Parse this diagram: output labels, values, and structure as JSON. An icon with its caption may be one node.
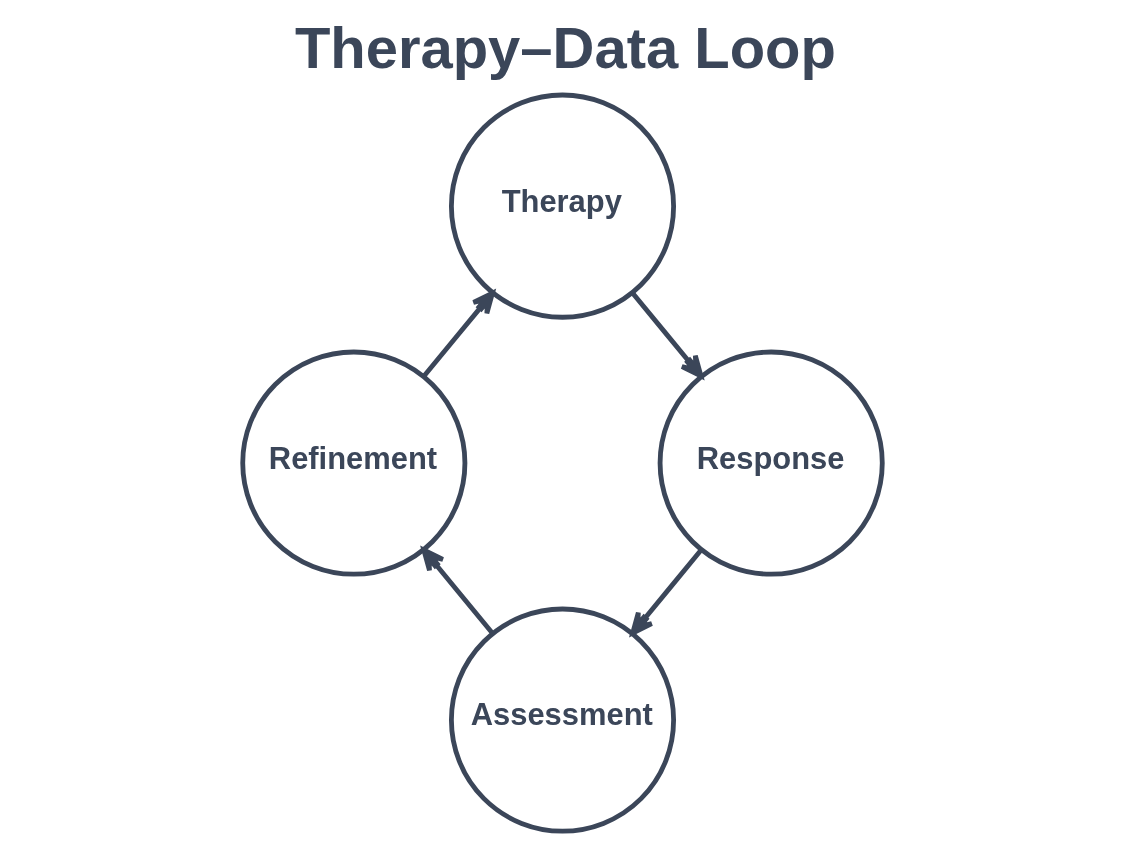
{
  "diagram": {
    "title": "Therapy–Data Loop",
    "nodes": [
      {
        "text": [
          "Therapy"
        ]
      },
      {
        "text": [
          "Response"
        ]
      },
      {
        "text": [
          "Assessment"
        ]
      },
      {
        "text": [
          "Refinement"
        ]
      }
    ],
    "edges": [
      {
        "from": 0,
        "to": 1,
        "arrow": "to"
      },
      {
        "from": 1,
        "to": 2,
        "arrow": "to"
      },
      {
        "from": 2,
        "to": 3,
        "arrow": "to"
      },
      {
        "from": 3,
        "to": 0,
        "arrow": "to"
      }
    ]
  }
}
